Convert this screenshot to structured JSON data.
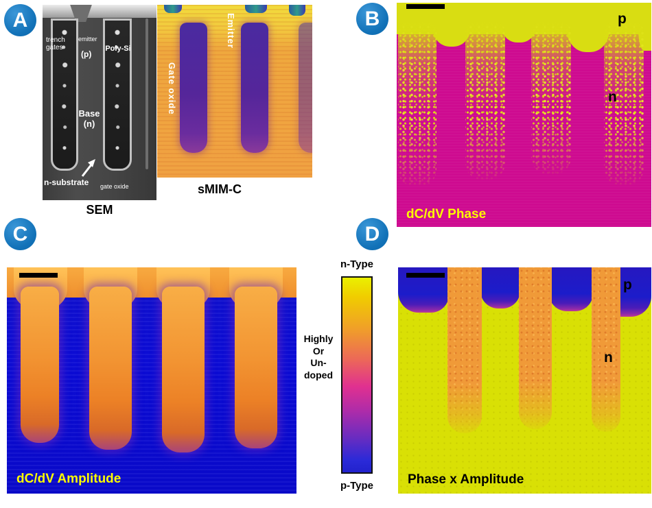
{
  "colors": {
    "badge_blue": "#1272b8",
    "caption_yellow": "#fcfc00",
    "phase_magenta": "#ce0b90",
    "band_yellow": "#d9dd12",
    "amplitude_blue": "#0c0cd0",
    "amplitude_orange": "#f09434",
    "product_yellow_green": "#d9e005",
    "trench_purple": "#55269a"
  },
  "badges": {
    "a": "A",
    "b": "B",
    "c": "C",
    "d": "D"
  },
  "panel_a": {
    "sem": {
      "caption": "SEM",
      "labels": {
        "trench_gates": "trench\ngates",
        "emitter": "emitter",
        "emitter_doping": "(p)",
        "poly_si": "Poly-Si",
        "base": "Base\n(n)",
        "n_substrate": "n-substrate",
        "gate_oxide": "gate oxide"
      }
    },
    "smim": {
      "caption": "sMIM-C",
      "labels": {
        "emitter": "Emitter",
        "gate_oxide": "Gate oxide"
      }
    }
  },
  "panel_b": {
    "caption": "dC/dV Phase",
    "label_p": "p",
    "label_n": "n"
  },
  "panel_c": {
    "caption": "dC/dV Amplitude"
  },
  "panel_d": {
    "caption": "Phase x Amplitude",
    "label_p": "p",
    "label_n": "n"
  },
  "colorbar": {
    "top": "n-Type",
    "middle": "Highly\nOr\nUn-\ndoped",
    "bottom": "p-Type"
  }
}
